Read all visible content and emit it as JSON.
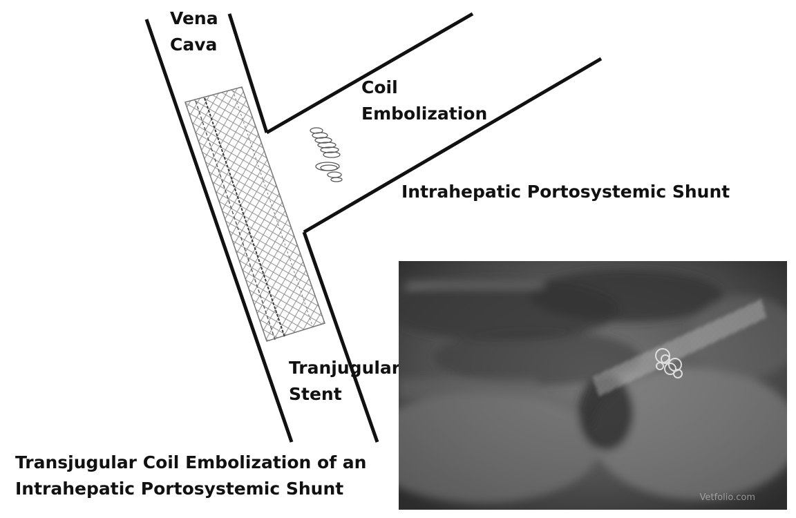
{
  "labels": {
    "vena_cava": [
      "Vena",
      "Cava"
    ],
    "coil_embolization": [
      "Coil",
      "Embolization"
    ],
    "shunt": "Intrahepatic Portosystemic Shunt",
    "stent": [
      "Tranjugular",
      "Stent"
    ],
    "caption": [
      "Transjugular Coil Embolization of an",
      "Intrahepatic Portosystemic Shunt"
    ]
  },
  "xray": {
    "watermark": "Vetfolio.com"
  },
  "colors": {
    "line": "#111111",
    "stent_mesh": "#8a8a8a",
    "coil": "#555555",
    "xray_base": "#4a4a4a"
  },
  "icons": [
    "stent-mesh-icon",
    "coil-icon"
  ]
}
